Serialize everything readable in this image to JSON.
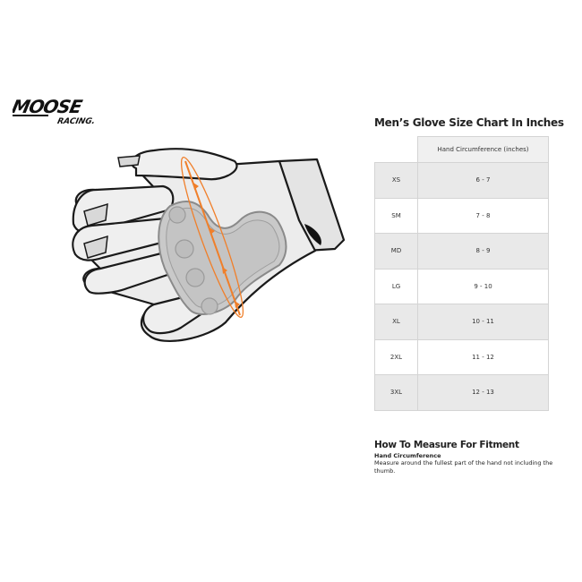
{
  "brand": {
    "logo_main": "MOOSE",
    "logo_sub": "RACING."
  },
  "illustration": {
    "subject": "glove-palm-illustration",
    "measure_color": "#f07f2a"
  },
  "size_chart": {
    "title": "Men’s Glove Size Chart In Inches",
    "column_header": "Hand Circumference (inches)",
    "rows": [
      {
        "size": "XS",
        "range": "6 - 7"
      },
      {
        "size": "SM",
        "range": "7 - 8"
      },
      {
        "size": "MD",
        "range": "8 - 9"
      },
      {
        "size": "LG",
        "range": "9 - 10"
      },
      {
        "size": "XL",
        "range": "10 - 11"
      },
      {
        "size": "2XL",
        "range": "11 - 12"
      },
      {
        "size": "3XL",
        "range": "12 - 13"
      }
    ]
  },
  "how_to_measure": {
    "title": "How To Measure For Fitment",
    "subtitle": "Hand Circumference",
    "text": "Measure around the fullest part of the hand not including the thumb."
  }
}
